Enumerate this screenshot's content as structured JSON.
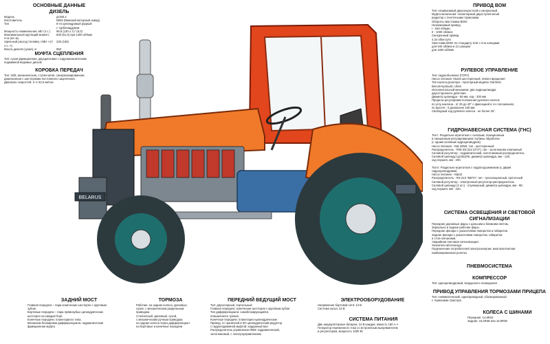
{
  "header": {
    "main_title": "ОСНОВНЫЕ ДАННЫЕ",
    "engine_title": "ДИЗЕЛЬ",
    "engine_specs": [
      {
        "k": "Модель",
        "v": "Д-260.2"
      },
      {
        "k": "Изготовитель",
        "v": "ММЗ (Минский моторный завод)"
      },
      {
        "k": "Тип",
        "v": "6-ти цилиндровый рядный\nс турбонаддувом"
      },
      {
        "k": "Мощность номинальная, кВт (л.с.)",
        "v": "96,6 (130 ± 3,7 (5,0)"
      },
      {
        "k": "Максимальный крутящий момент, Н·м (кгс·м)",
        "v": "600 (61,0) при 1400 об/мин"
      },
      {
        "k": "Удельный расход топлива, г/кВт·ч (г/л.с.·ч)",
        "v": "225 (165)"
      },
      {
        "k": "Масса дизеля (сухая), кг",
        "v": "650"
      }
    ]
  },
  "clutch": {
    "title": "МУФТА СЦЕПЛЕНИЯ",
    "text": "Тип: сухая фрикционная, двухдисковая с гидромеханическим\nподжимной ведомых дисков"
  },
  "gearbox": {
    "title": "КОРОБКА ПЕРЕДАЧ",
    "text": "Тип: 16/8, механическая, ступенчатая, синхронизированная,\nдиапазонная с шестернями постоянного зацепления.\nДиапазон скоростей: 2–1-32,0 км/час"
  },
  "pto": {
    "title": "ПРИВОД ВОМ",
    "text": "Тип: независимый двухскоростной и синхронный\nМуфта включения: планетарный двухступенчатый\nредуктор с ленточными тормозами\nОбороты хвостовика ВОМ:\nНезависимый привод\nI - 540 об/мин;\nII - 1000 об/мин;\nСинхронный привод\n4,34 об/м пути\nХвостовик ВОМ: по стандарту SAE с 6-ю шлицами\nдля 540 об/мин и 21 шлицем\nдля 1000 об/мин"
  },
  "steering": {
    "title": "РУЛЕВОЕ УПРАВЛЕНИЕ",
    "text": "Тип: гидрообъемное (ГОРУ)\nНасос питания: НШ16 шестеренный, левого вращения\nТип насоса-дозатора - героторный модели: Danfoss;\nBenoit-Hydraulic; Ufam\nИсполнительный механизм: два гидроцилиндра\nдвухстороннего действия.\nДиаметр цилиндра - 50 мм, ход - 200 мм\nПределы регулировки положения рулевого колеса:\nпо углу наклона - от 25 до 40° с фиксацией в 4-х положениях;\nпо высоте - в диапазоне 100 мм.\nСвободный ход рулевого колеса - не более 25°."
  },
  "hydraulics": {
    "title": "ГИДРОНАВЕСНАЯ СИСТЕМА (ГНС)",
    "text": "Тип I: Раздельно-агрегатная с силовым, позиционным\nи смешанным регулированием глубины обработки\n(с одним силовым гидроцилиндром).\nНасос питания - НШ-32М3, тип - шестеренный\nРаспределитель - Р80-3/4-222 (3\"/4\"), тип - золотниково-клапанный\nСиловой регулятор - гидравлический, золотниковый распределитель\nСиловой цилиндр Ц125х200, диаметр цилиндра, мм - 125;\nход поршня, мм - 200.\n\nТип II: Раздельно-агрегатная с гидроподъемником (с двумя\nгидроцилиндрами).\nНасос питания - НШ32\nРаспределитель - RS-213 \"МИТА\" тип - трехсекционный, проточный\nСиловой регулятор - электронный регулятор-распределитель\nСиловой цилиндр (2 шт.) - плунжерный; диаметр цилиндра, мм - 90;\nход поршня, мм - 220."
  },
  "lighting": {
    "title": "СИСТЕМА ОСВЕЩЕНИЯ И СВЕТОВОЙ СИГНАЛИЗАЦИИ",
    "text": "Передние дорожные фары с дальним и ближним светом,\nЗеркально и задние рабочие фары.\nПередние фонари с указателями поворотов и габаритов.\nЗадние фонари с указателями поворотов, габаритов\nи стоп-сигналами.\nАварийная световая сигнализация.\nУказатели автопоезда.\nПодключение потребителей электроэнергии: многоконтактная\nкомбинированная розетка"
  },
  "pneumatics": {
    "title": "ПНЕВМОСИСТЕМА"
  },
  "compressor": {
    "title": "КОМПРЕССОР",
    "text": "Тип: одноцилиндровый, воздушного охлаждения"
  },
  "trailer_brakes": {
    "title": "ПРИВОД УПРАВЛЕНИЯ ТОРМОЗАМИ ПРИЦЕПА",
    "text": "Тип: пневматический, однопроводный, сблокированный\nс тормозами трактора"
  },
  "wheels": {
    "title": "КОЛЕСА С ШИНАМИ",
    "text": "Передние: 14,9R24\nЗадние: 18,4R38 или 16,9R38"
  },
  "rear_axle": {
    "title": "ЗАДНИЙ МОСТ",
    "text": "Главная передача – пара конических шестерен с круговым\nзубом.\nБортовые передачи – пара прямозубых цилиндрических\nшестерен на каждый борт.\nКонечные передачи: планетарного типа.\nМеханизм блокировки дифференциала: гидравлическая\nфрикционная муфта"
  },
  "brakes": {
    "title": "ТОРМОЗА",
    "text": "Рабочие: на задние колеса, дисковые,\nсухие, с механическим раздельным\nприводом.\nСтояночный: дисковый, сухой,\nс механическим ручным приводом,\nна задние колеса через дифференциал\nна бортовые и конечные передачи"
  },
  "front_axle": {
    "title": "ПЕРЕДНИЙ ВЕДУЩИЙ МОСТ",
    "text": "Тип: двухопорный, портальный\nГлавная передача: конические шестерни с круговым зубом\nТип дифференциала: самоблокирующийся,\nповышенного трения\nКонечные передачи: планетарно-цилиндрические\nПривод: от граничной в КП цилиндрический редуктор\nс гидроподжимной муфтой, карданный вал\nРаспределитель управления ПВМ: гидравлический,\nзолотниковый, с электроуправлением"
  },
  "electrical": {
    "title": "ЭЛЕКТРООБОРУДОВАНИЕ",
    "text": "Напряжение бортовой сети: 12 В\nСистема пуска: 24 В"
  },
  "power_supply": {
    "title": "СИСТЕМА ПИТАНИЯ",
    "text": "Две аккумуляторные батареи, 12 В каждая, емкость 160 А·ч\nГенератор переменного тока со встроенным выпрямителем\nи регулятором, мощность 1000 Вт"
  },
  "diagram": {
    "plate_text": "BELARUS",
    "colors": {
      "cab_red": "#e2461c",
      "body_orange": "#f07a2a",
      "tire_dark": "#2c3a3e",
      "rim_teal": "#1f6e6e",
      "chassis_blue": "#3a6fa6",
      "engine_grey": "#7d8790"
    }
  }
}
